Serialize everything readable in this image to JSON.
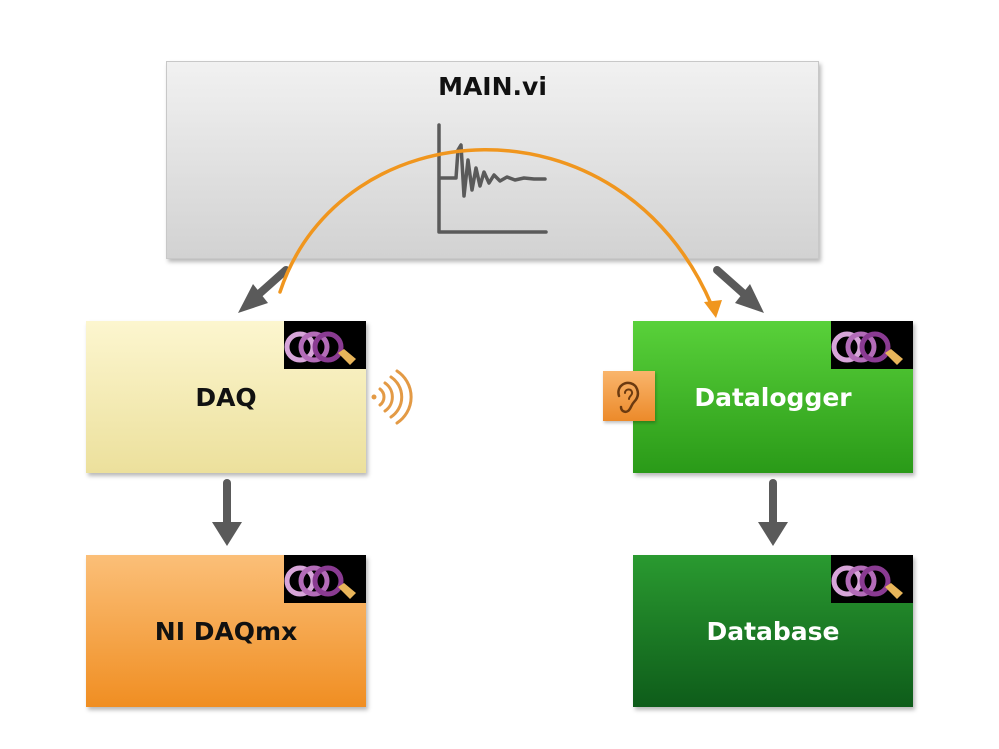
{
  "nodes": {
    "main": {
      "label": "MAIN.vi"
    },
    "daq": {
      "label": "DAQ"
    },
    "nidaqmx": {
      "label": "NI DAQmx"
    },
    "datalogger": {
      "label": "Datalogger"
    },
    "database": {
      "label": "Database"
    }
  },
  "icons": {
    "signal": "step-response-chart-icon",
    "badge": "actor-framework-icon",
    "broadcast": "wireless-broadcast-icon",
    "listener": "ear-icon"
  },
  "colors": {
    "arrow": "#5a5a5a",
    "message_arc": "#f0961e",
    "daq": "#efe3a6",
    "nidaqmx": "#f39b35",
    "datalogger": "#3fba28",
    "database": "#157a24",
    "main": "#dedede"
  }
}
